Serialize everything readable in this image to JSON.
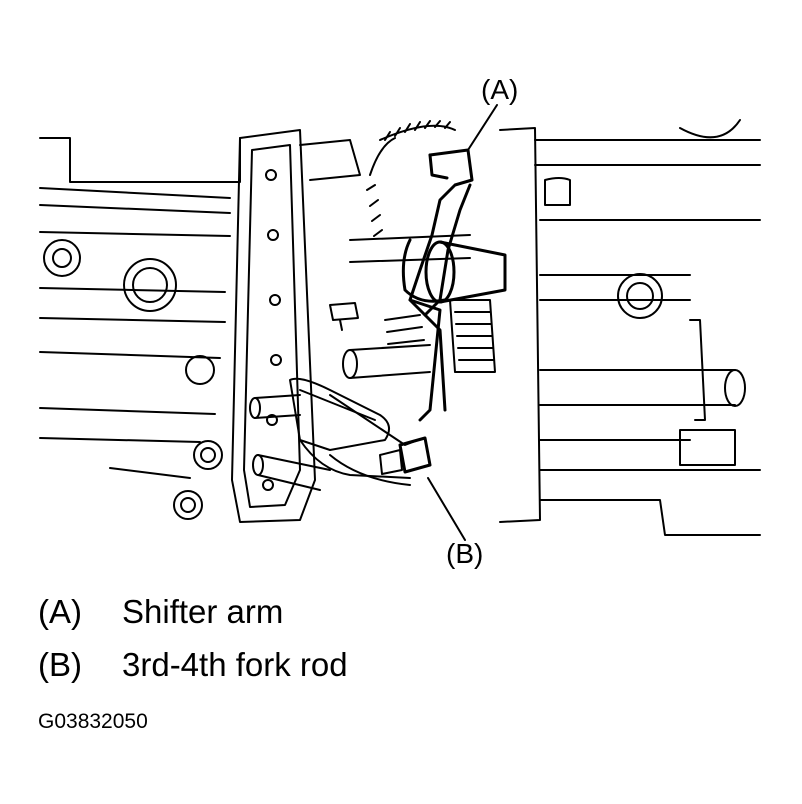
{
  "callouts": {
    "a": "(A)",
    "b": "(B)"
  },
  "legend": [
    {
      "key": "(A)",
      "label": "Shifter arm"
    },
    {
      "key": "(B)",
      "label": "3rd-4th fork rod"
    }
  ],
  "figure_code": "G03832050",
  "colors": {
    "line": "#000000",
    "background": "#ffffff"
  }
}
